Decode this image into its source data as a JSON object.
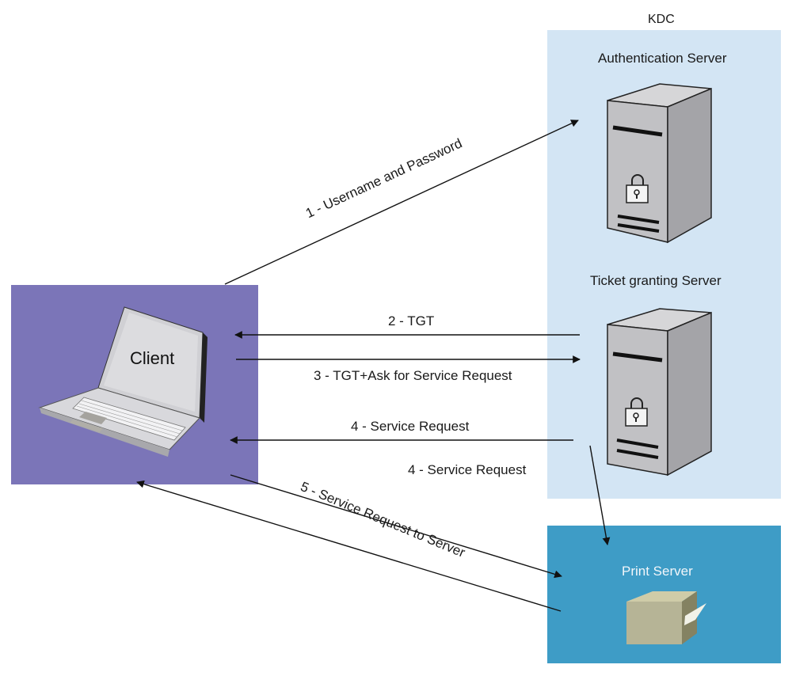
{
  "diagram": {
    "title": "Kerberos authentication flow",
    "kdc": {
      "label": "KDC",
      "authentication_server": "Authentication Server",
      "ticket_granting_server": "Ticket granting Server"
    },
    "client": {
      "label": "Client"
    },
    "print_server": {
      "label": "Print Server"
    },
    "messages": [
      {
        "id": "m1",
        "label": "1 - Username and Password",
        "from": "Client",
        "to": "Authentication Server"
      },
      {
        "id": "m2",
        "label": "2 - TGT",
        "from": "Ticket granting Server",
        "to": "Client"
      },
      {
        "id": "m3",
        "label": "3 - TGT+Ask for Service Request",
        "from": "Client",
        "to": "Ticket granting Server"
      },
      {
        "id": "m4a",
        "label": "4 - Service Request",
        "from": "Ticket granting Server",
        "to": "Client"
      },
      {
        "id": "m4b",
        "label": "4 - Service Request",
        "from": "Ticket granting Server",
        "to": "Print Server"
      },
      {
        "id": "m5",
        "label": "5 - Service Request to Server",
        "from": "Client",
        "to": "Print Server"
      },
      {
        "id": "m6",
        "label": "",
        "from": "Print Server",
        "to": "Client"
      }
    ],
    "colors": {
      "kdc_bg": "#d3e5f4",
      "print_bg": "#3e9cc6",
      "client_bg": "#7b75b8",
      "arrow": "#111111"
    }
  }
}
